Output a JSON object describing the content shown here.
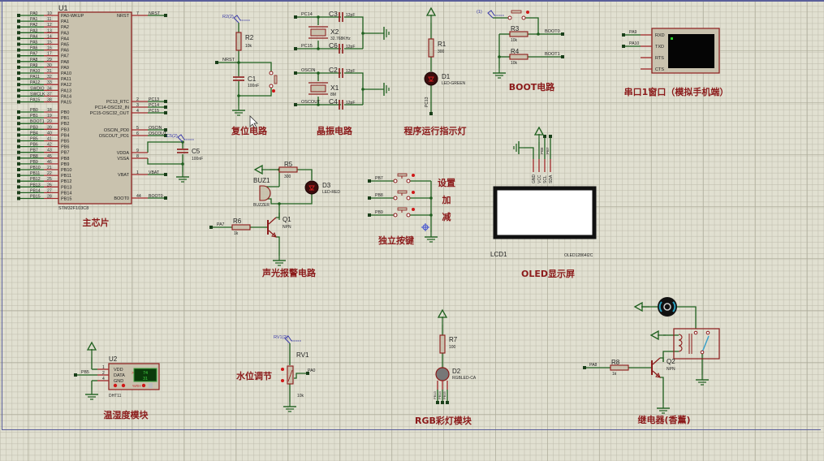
{
  "app": "Proteus ISIS schematic",
  "sections": {
    "mcu": "主芯片",
    "reset": "复位电路",
    "crystal": "晶振电路",
    "run_led": "程序运行指示灯",
    "boot": "BOOT电路",
    "uart": "串口1窗口（模拟手机端）",
    "alarm": "声光报警电路",
    "keys": "独立按键",
    "oled": "OLED显示屏",
    "dht": "温湿度模块",
    "water": "水位调节",
    "rgb": "RGB彩灯模块",
    "relay": "继电器(香薰)"
  },
  "mcu": {
    "ref": "U1",
    "part": "STM32F103C8",
    "left_pins": [
      {
        "net": "PA0",
        "num": "10",
        "name": "PA0-WKUP"
      },
      {
        "net": "PA1",
        "num": "11",
        "name": "PA1"
      },
      {
        "net": "PA2",
        "num": "12",
        "name": "PA2"
      },
      {
        "net": "PA3",
        "num": "13",
        "name": "PA3"
      },
      {
        "net": "PA4",
        "num": "14",
        "name": "PA4"
      },
      {
        "net": "PA5",
        "num": "15",
        "name": "PA5"
      },
      {
        "net": "PA6",
        "num": "16",
        "name": "PA6"
      },
      {
        "net": "PA7",
        "num": "17",
        "name": "PA7"
      },
      {
        "net": "PA8",
        "num": "29",
        "name": "PA8"
      },
      {
        "net": "PA9",
        "num": "30",
        "name": "PA9"
      },
      {
        "net": "PA10",
        "num": "31",
        "name": "PA10"
      },
      {
        "net": "PA11",
        "num": "32",
        "name": "PA11"
      },
      {
        "net": "PA12",
        "num": "33",
        "name": "PA12"
      },
      {
        "net": "SWDIO",
        "num": "34",
        "name": "PA13"
      },
      {
        "net": "SWCLK",
        "num": "37",
        "name": "PA14"
      },
      {
        "net": "PA15",
        "num": "38",
        "name": "PA15"
      },
      {
        "net": "PB0",
        "num": "18",
        "name": "PB0"
      },
      {
        "net": "PB1",
        "num": "19",
        "name": "PB1"
      },
      {
        "net": "BOOT1",
        "num": "20",
        "name": "PB2"
      },
      {
        "net": "PB3",
        "num": "39",
        "name": "PB3"
      },
      {
        "net": "PB4",
        "num": "40",
        "name": "PB4"
      },
      {
        "net": "PB5",
        "num": "41",
        "name": "PB5"
      },
      {
        "net": "PB6",
        "num": "42",
        "name": "PB6"
      },
      {
        "net": "PB7",
        "num": "43",
        "name": "PB7"
      },
      {
        "net": "PB8",
        "num": "45",
        "name": "PB8"
      },
      {
        "net": "PB9",
        "num": "46",
        "name": "PB9"
      },
      {
        "net": "PB10",
        "num": "21",
        "name": "PB10"
      },
      {
        "net": "PB11",
        "num": "22",
        "name": "PB11"
      },
      {
        "net": "PB12",
        "num": "25",
        "name": "PB12"
      },
      {
        "net": "PB13",
        "num": "26",
        "name": "PB13"
      },
      {
        "net": "PB14",
        "num": "27",
        "name": "PB14"
      },
      {
        "net": "PB15",
        "num": "28",
        "name": "PB15"
      }
    ],
    "right_pins": [
      {
        "net": "NRST",
        "num": "7",
        "name": "NRST"
      },
      {
        "net": "PC13",
        "num": "2",
        "name": "PC13_RTC"
      },
      {
        "net": "PC14",
        "num": "3",
        "name": "PC14-OSC32_IN"
      },
      {
        "net": "PC15",
        "num": "4",
        "name": "PC15-OSC32_OUT"
      },
      {
        "net": "OSCIN",
        "num": "5",
        "name": "OSCIN_PD0"
      },
      {
        "net": "OSCOUT",
        "num": "6",
        "name": "OSCOUT_PD1"
      },
      {
        "net": "",
        "num": "9",
        "name": "VDDA"
      },
      {
        "net": "",
        "num": "8",
        "name": "VSSA"
      },
      {
        "net": "VBAT",
        "num": "1",
        "name": "VBAT"
      },
      {
        "net": "BOOT0",
        "num": "44",
        "name": "BOOT0"
      }
    ],
    "c5": {
      "ref": "C5",
      "value": "100nF",
      "probe": "C5(2)"
    }
  },
  "reset": {
    "probe": "R2(2)",
    "r": {
      "ref": "R2",
      "value": "10k"
    },
    "net": "NRST",
    "c": {
      "ref": "C1",
      "value": "100nF"
    }
  },
  "crystal": {
    "x2": {
      "ref": "X2",
      "value": "32.768KHz",
      "net_in": "PC14",
      "net_out": "PC15",
      "c_top": {
        "ref": "C3",
        "value": "12pF"
      },
      "c_bot": {
        "ref": "C6",
        "value": "12pF"
      }
    },
    "x1": {
      "ref": "X1",
      "value": "8M",
      "net_in": "OSCIN",
      "net_out": "OSCOUT",
      "c_top": {
        "ref": "C2",
        "value": "12pF"
      },
      "c_bot": {
        "ref": "C4",
        "value": "12pF"
      }
    }
  },
  "run_led": {
    "r": {
      "ref": "R1",
      "value": "300"
    },
    "d": {
      "ref": "D1",
      "value": "LED-GREEN"
    },
    "net": "PC13"
  },
  "boot": {
    "probe": "(1)",
    "r3": {
      "ref": "R3",
      "value": "10k"
    },
    "r4": {
      "ref": "R4",
      "value": "10k"
    },
    "net0": "BOOT0",
    "net1": "BOOT1"
  },
  "uart": {
    "pins": [
      "RXD",
      "TXD",
      "RTS",
      "CTS"
    ],
    "nets": [
      "PA9",
      "PA10"
    ]
  },
  "alarm": {
    "buz": {
      "ref": "BUZ1",
      "value": "BUZZER"
    },
    "r5": {
      "ref": "R5",
      "value": "300"
    },
    "d3": {
      "ref": "D3",
      "value": "LED-RED"
    },
    "r6": {
      "ref": "R6",
      "value": "1k"
    },
    "q1": {
      "ref": "Q1",
      "value": "NPN"
    },
    "net": "PA7"
  },
  "keys": {
    "nets": [
      "PB7",
      "PB8",
      "PB9"
    ],
    "labels": [
      "设置",
      "加",
      "减"
    ]
  },
  "oled": {
    "ref": "LCD1",
    "part": "OLED12864I2C",
    "pins": [
      "GND",
      "VCC",
      "SCL",
      "SDA"
    ],
    "nets": [
      "PB6",
      "PB7"
    ]
  },
  "dht": {
    "ref": "U2",
    "part": "DHT11",
    "net": "PB5",
    "pins": [
      {
        "num": "1",
        "name": "VDD"
      },
      {
        "num": "2",
        "name": "DATA"
      },
      {
        "num": "4",
        "name": "GND"
      }
    ],
    "display": [
      "74",
      "31"
    ],
    "unit": "%RH"
  },
  "water": {
    "probe": "RV1(2)",
    "ref": "RV1",
    "value": "10k",
    "net": "PA0"
  },
  "rgb": {
    "r": {
      "ref": "R7",
      "value": "100"
    },
    "d": {
      "ref": "D2",
      "value": "RGBLED-CA"
    },
    "nets": [
      "PB13",
      "PB14",
      "PB15"
    ]
  },
  "relay": {
    "r": {
      "ref": "R8",
      "value": "1k"
    },
    "q": {
      "ref": "Q2",
      "value": "NPN"
    },
    "net": "PA8"
  }
}
